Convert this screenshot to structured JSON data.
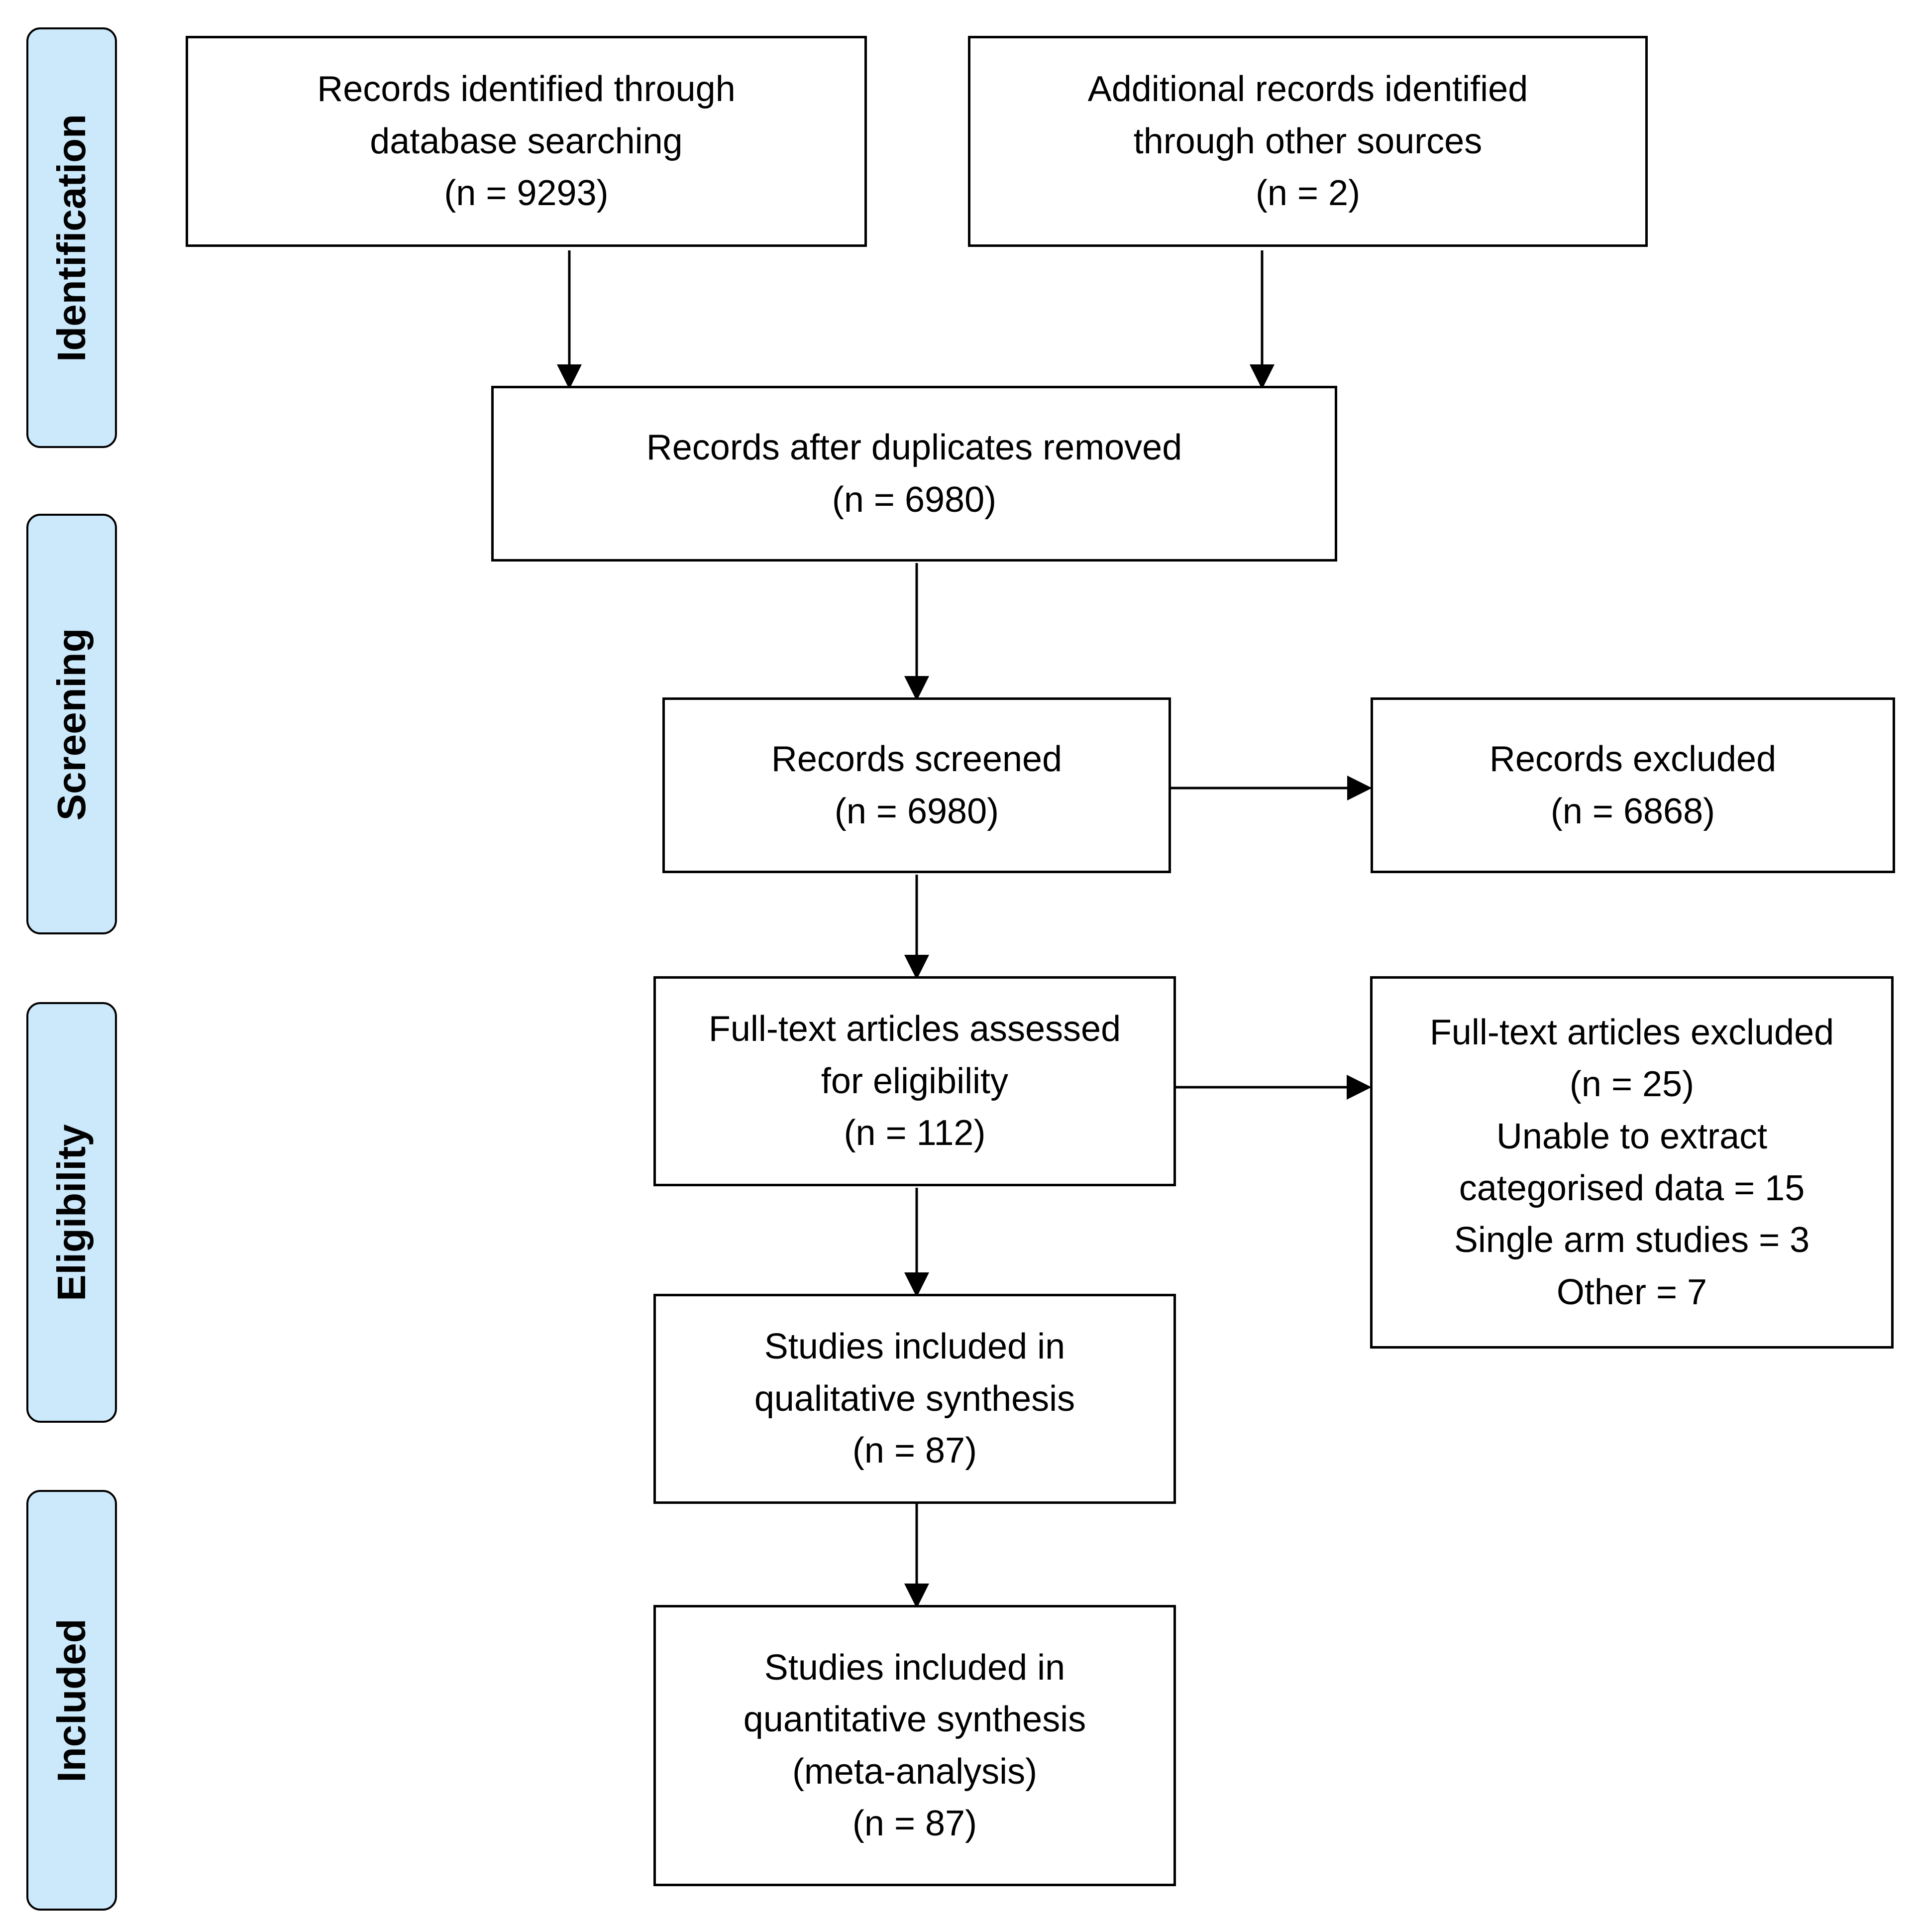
{
  "stages": {
    "identification": "Identification",
    "screening": "Screening",
    "eligibility": "Eligibility",
    "included": "Included"
  },
  "boxes": {
    "database_search": [
      "Records identified through",
      "database searching",
      "(n = 9293)"
    ],
    "other_sources": [
      "Additional records identified",
      "through other sources",
      "(n = 2)"
    ],
    "duplicates_removed": [
      "Records after duplicates removed",
      "(n = 6980)"
    ],
    "screened": [
      "Records screened",
      "(n = 6980)"
    ],
    "excluded": [
      "Records excluded",
      "(n = 6868)"
    ],
    "fulltext_assessed": [
      "Full-text articles assessed",
      "for eligibility",
      "(n = 112)"
    ],
    "fulltext_excluded": [
      "Full-text articles excluded",
      "(n = 25)",
      "Unable to extract",
      "categorised data = 15",
      "Single arm studies = 3",
      "Other = 7"
    ],
    "qualitative": [
      "Studies included in",
      "qualitative synthesis",
      "(n = 87)"
    ],
    "quantitative": [
      "Studies included in",
      "quantitative synthesis",
      "(meta-analysis)",
      "(n = 87)"
    ]
  }
}
